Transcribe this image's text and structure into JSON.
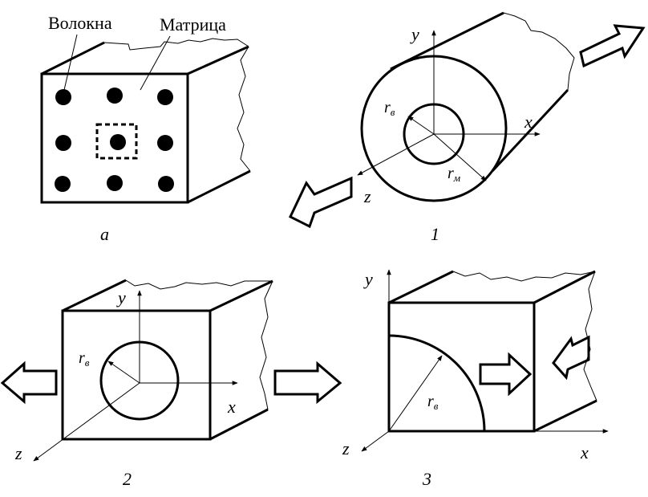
{
  "panel_a": {
    "label_fibers": "Волокна",
    "label_matrix": "Матрица",
    "caption": "а"
  },
  "panel_1": {
    "axis_y": "y",
    "axis_x": "x",
    "axis_z": "z",
    "radius_fiber": "r",
    "radius_fiber_sub": "в",
    "radius_matrix": "r",
    "radius_matrix_sub": "м",
    "caption": "1"
  },
  "panel_2": {
    "axis_y": "y",
    "axis_x": "x",
    "axis_z": "z",
    "radius_fiber": "r",
    "radius_fiber_sub": "в",
    "caption": "2"
  },
  "panel_3": {
    "axis_y": "y",
    "axis_x": "x",
    "axis_z": "z",
    "radius_fiber": "r",
    "radius_fiber_sub": "в",
    "caption": "3"
  }
}
